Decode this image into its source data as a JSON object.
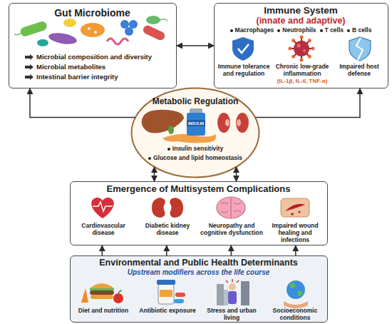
{
  "diagram": {
    "nodes": [
      {
        "text": [
          "Gut Microbiome",
          "Microbial composition and diversity",
          "Microbial metabolites",
          "Intestinal barrier integrity"
        ]
      },
      {
        "text": [
          "Immune System",
          "(innate and adaptive)",
          "Macrophages",
          "Neutrophils",
          "T cells",
          "B cells",
          "Immune tolerance and regulation",
          "Chronic low-grade inflammation",
          "(IL-1β, IL-6, TNF-α)",
          "Impaired host defense"
        ]
      },
      {
        "text": [
          "Metabolic Regulation",
          "Insulin sensitivity",
          "Glucose and lipid homeostasis"
        ]
      },
      {
        "text": [
          "Emergence of Multisystem Complications",
          "Cardiovascular disease",
          "Diabetic kidney disease",
          "Neuropathy and cognitive dysfunction",
          "Impaired wound healing and infections"
        ]
      },
      {
        "text": [
          "Environmental and Public Health Determinants",
          "Upstream modifiers across the life course",
          "Diet and nutrition",
          "Antibiotic exposure",
          "Stress and urban living",
          "Socioeconomic conditions"
        ]
      }
    ],
    "edges": [
      {
        "from": 0,
        "to": 1,
        "arrow": "both"
      },
      {
        "from": 2,
        "to": 0,
        "arrow": "to"
      },
      {
        "from": 2,
        "to": 1,
        "arrow": "to"
      },
      {
        "from": 2,
        "to": 3,
        "arrow": "both"
      },
      {
        "from": 2,
        "to": 3,
        "arrow": "both"
      },
      {
        "from": 4,
        "to": 3,
        "arrow": "to"
      },
      {
        "from": 4,
        "to": 3,
        "arrow": "to"
      },
      {
        "from": 4,
        "to": 3,
        "arrow": "to"
      },
      {
        "from": 4,
        "to": 3,
        "arrow": "to"
      }
    ],
    "labels": [
      "INSULIN"
    ]
  }
}
